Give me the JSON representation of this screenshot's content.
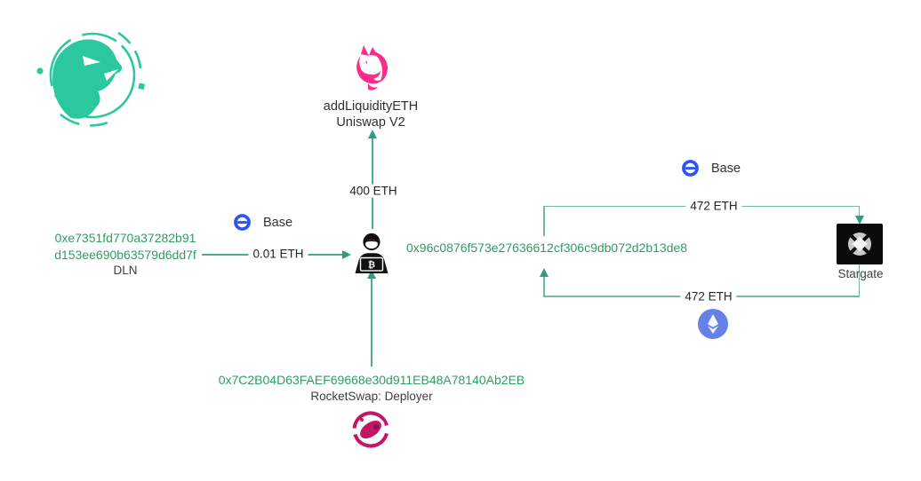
{
  "brand": {
    "logo": "eagle-logo"
  },
  "chains": {
    "left": {
      "name": "Base"
    },
    "right": {
      "name": "Base"
    }
  },
  "nodes": {
    "uniswap": {
      "function": "addLiquidityETH",
      "name": "Uniswap V2",
      "icon": "uniswap-unicorn-icon"
    },
    "dln": {
      "address_line1": "0xe7351fd770a37282b91",
      "address_line2": "d153ee690b63579d6dd7f",
      "label": "DLN"
    },
    "hacker": {
      "icon": "hacker-laptop-icon",
      "laptop_glyph": "₿"
    },
    "center": {
      "address": "0x96c0876f573e27636612cf306c9db072d2b13de8"
    },
    "stargate": {
      "label": "Stargate",
      "icon": "stargate-icon"
    },
    "ethereum": {
      "icon": "ethereum-icon"
    },
    "rocketswap": {
      "address": "0x7C2B04D63FAEF69668e30d911EB48A78140Ab2EB",
      "label": "RocketSwap: Deployer",
      "icon": "rocketswap-icon"
    }
  },
  "edges": {
    "dln_to_hacker": {
      "amount": "0.01 ETH"
    },
    "hacker_to_uniswap": {
      "amount": "400 ETH"
    },
    "rocketswap_to_hacker": {},
    "center_to_stargate": {
      "amount": "472 ETH"
    },
    "stargate_to_center": {
      "amount": "472 ETH"
    }
  },
  "colors": {
    "edge_teal": "#4bae93",
    "edge_loop": "#74b8a6",
    "arrowhead": "#2f9e80",
    "address_green": "#2e9d63",
    "base_blue": "#2a55f4",
    "uniswap_pink": "#ff2d88",
    "eth_blue": "#6580e8",
    "rocketswap_magenta": "#c21667",
    "logo_teal": "#2bc79e",
    "node_black": "#111111"
  }
}
